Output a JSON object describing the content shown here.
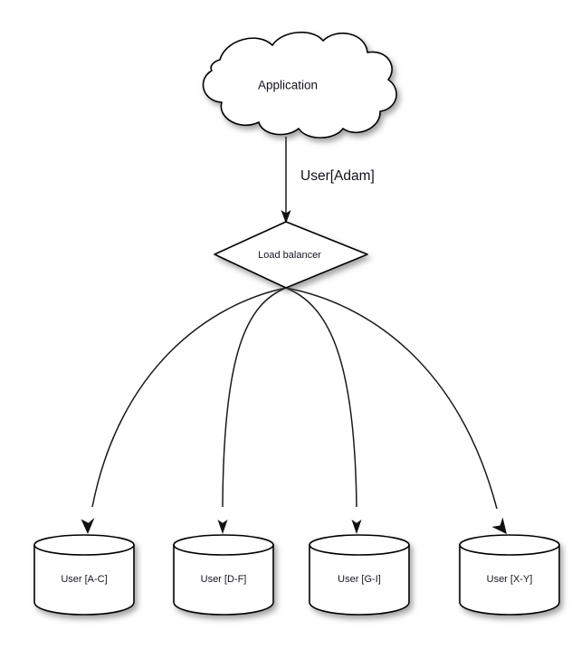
{
  "diagram": {
    "type": "architecture-flow",
    "background_color": "#ffffff",
    "stroke_color": "#000000",
    "text_color": "#14141e",
    "nodes": [
      {
        "id": "application",
        "shape": "cloud",
        "label": "Application"
      },
      {
        "id": "load-balancer",
        "shape": "diamond",
        "label": "Load balancer"
      },
      {
        "id": "shard-ac",
        "shape": "cylinder",
        "label": "User [A-C]"
      },
      {
        "id": "shard-df",
        "shape": "cylinder",
        "label": "User [D-F]"
      },
      {
        "id": "shard-gi",
        "shape": "cylinder",
        "label": "User [G-I]"
      },
      {
        "id": "shard-xy",
        "shape": "cylinder",
        "label": "User [X-Y]"
      }
    ],
    "edges": [
      {
        "id": "app-to-lb",
        "from": "application",
        "to": "load-balancer",
        "label": "User[Adam]",
        "style": "straight-arrow"
      },
      {
        "id": "lb-to-ac",
        "from": "load-balancer",
        "to": "shard-ac",
        "label": "",
        "style": "curved-arrow"
      },
      {
        "id": "lb-to-df",
        "from": "load-balancer",
        "to": "shard-df",
        "label": "",
        "style": "curved-arrow"
      },
      {
        "id": "lb-to-gi",
        "from": "load-balancer",
        "to": "shard-gi",
        "label": "",
        "style": "curved-arrow"
      },
      {
        "id": "lb-to-xy",
        "from": "load-balancer",
        "to": "shard-xy",
        "label": "",
        "style": "curved-arrow"
      }
    ]
  }
}
